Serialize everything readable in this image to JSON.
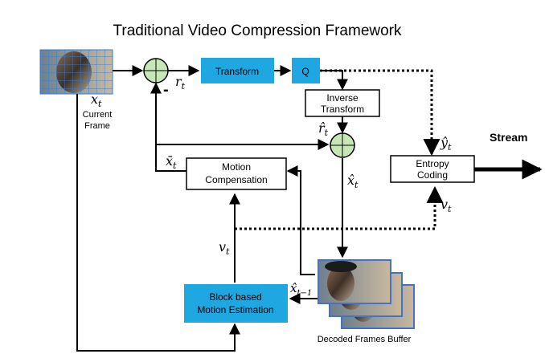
{
  "title": "Traditional Video Compression Framework",
  "blocks": {
    "transform": "Transform",
    "q": "Q",
    "inverse_transform": [
      "Inverse",
      "Transform"
    ],
    "motion_compensation": [
      "Motion",
      "Compensation"
    ],
    "entropy_coding": [
      "Entropy",
      "Coding"
    ],
    "motion_estimation": [
      "Block based",
      "Motion Estimation"
    ]
  },
  "labels": {
    "current_frame": [
      "Current",
      "Frame"
    ],
    "decoded_frames_buffer": "Decoded Frames Buffer",
    "stream": "Stream",
    "minus_sign": "-"
  },
  "symbols": {
    "x_t": "x",
    "x_t_sub": "t",
    "r_t": "r",
    "r_t_sub": "t",
    "r_hat_t": "r̂",
    "r_hat_t_sub": "t",
    "x_bar_t": "x̄",
    "x_bar_t_sub": "t",
    "x_hat_t": "x̂",
    "x_hat_t_sub": "t",
    "y_hat_t": "ŷ",
    "y_hat_t_sub": "t",
    "v_t_right": "v",
    "v_t_right_sub": "t",
    "v_t_left": "v",
    "v_t_left_sub": "t",
    "x_hat_prev": "x̂",
    "x_hat_prev_sub": "t−1"
  },
  "colors": {
    "accent_blue": "#1ea7e1",
    "adder_green": "#c7e7b6",
    "frame_border": "#4472c4",
    "line": "#000000"
  }
}
